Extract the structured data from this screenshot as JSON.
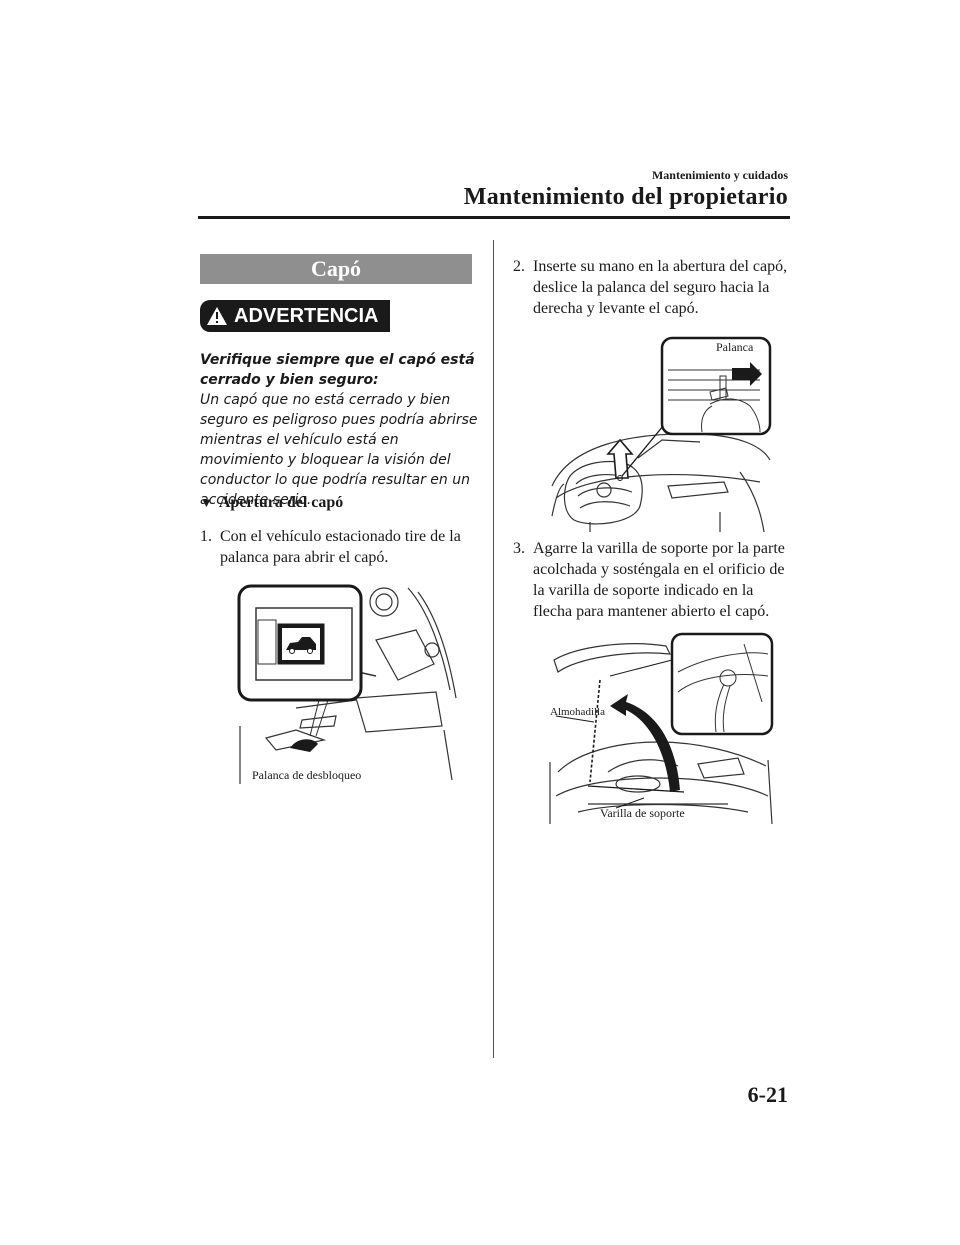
{
  "header": {
    "chapter": "Mantenimiento y cuidados",
    "section": "Mantenimiento del propietario"
  },
  "left": {
    "section_title": "Capó",
    "warning": {
      "badge": "ADVERTENCIA",
      "title_line": "Verifique siempre que el capó está cerrado y bien seguro:",
      "body": "Un capó que no está cerrado y bien seguro es peligroso pues podría abrirse mientras el vehículo está en movimiento y bloquear la visión del conductor lo que podría resultar en un accidente serio."
    },
    "subheading": "Apertura del capó",
    "step1": {
      "num": "1.",
      "text": "Con el vehículo estacionado tire de la palanca para abrir el capó."
    },
    "figure1": {
      "label": "Palanca de desbloqueo"
    }
  },
  "right": {
    "step2": {
      "num": "2.",
      "text": "Inserte su mano en la abertura del capó, deslice la palanca del seguro hacia la derecha y levante el capó."
    },
    "figure2": {
      "label": "Palanca"
    },
    "step3": {
      "num": "3.",
      "text": "Agarre la varilla de soporte por la parte acolchada y sosténgala en el orificio de la varilla de soporte indicado en la flecha para mantener abierto el capó."
    },
    "figure3": {
      "label_pad": "Almohadilla",
      "label_rod": "Varilla de soporte"
    }
  },
  "footer": {
    "page": "6-21"
  }
}
